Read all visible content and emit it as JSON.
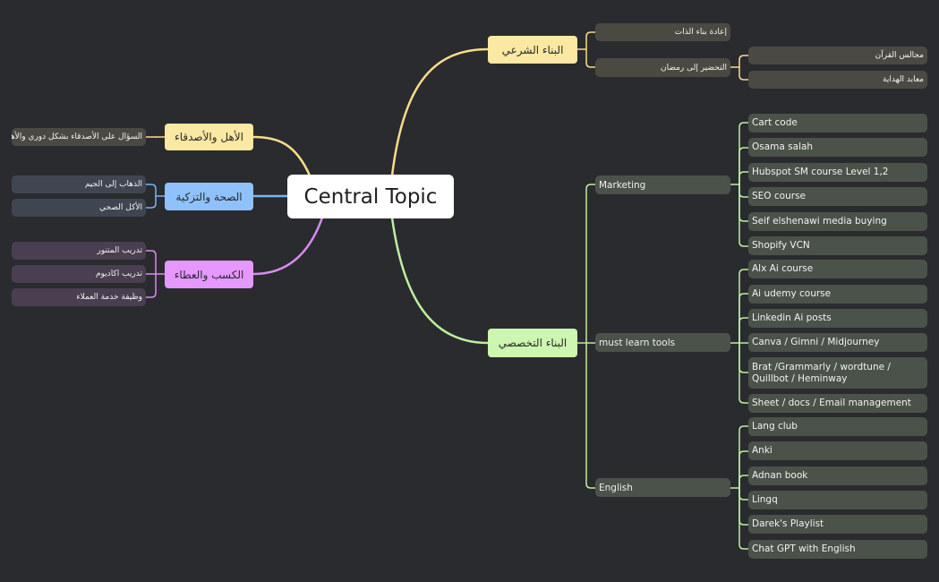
{
  "central_topic": "Central Topic",
  "colors": {
    "background": "#2a2b2e",
    "yellow": "#fbe8a2",
    "yellow_line": "#f8dc8a",
    "green": "#cdf6b0",
    "green_line": "#bfeea0",
    "blue": "#8fc2fb",
    "blue_line": "#7bb4f4",
    "purple": "#e598ff",
    "purple_line": "#d98af2",
    "sub_brown": "#4b4a42",
    "sub_green": "#4a5249",
    "sub_blue": "#3f4651",
    "sub_purple": "#4a3f50"
  },
  "right": {
    "sharia": {
      "label": "البناء الشرعي",
      "children": [
        {
          "label": "إعادة بناء الذات",
          "children": []
        },
        {
          "label": "التحضير إلى رمضان",
          "children": [
            "مجالس القرآن",
            "معابد الهداية"
          ]
        }
      ]
    },
    "specialized": {
      "label": "البناء التخصصي",
      "children": [
        {
          "label": "Marketing",
          "children": [
            "Cart code",
            "Osama salah",
            "Hubspot SM course Level 1,2",
            "SEO course",
            "Seif elshenawi media buying",
            "Shopify VCN"
          ]
        },
        {
          "label": "must learn tools",
          "children": [
            "Alx Ai course",
            "Ai udemy course",
            "Linkedin Ai posts",
            "Canva / Gimni / Midjourney",
            "Brat /Grammarly / wordtune / Quillbot / Heminway",
            "Sheet / docs / Email management"
          ]
        },
        {
          "label": "English",
          "children": [
            "Lang club",
            "Anki",
            "Adnan book",
            "Lingq",
            "Darek's Playlist",
            "Chat GPT with English"
          ]
        }
      ]
    }
  },
  "left": {
    "family": {
      "label": "الأهل والأصدقاء",
      "children": [
        "السؤال على الأصدقاء بشكل دوري والأهل"
      ]
    },
    "health": {
      "label": "الصحة والتزكية",
      "children": [
        "الذهاب إلى الجيم",
        "الأكل الصحي"
      ]
    },
    "earning": {
      "label": "الكسب والعطاء",
      "children": [
        "تدريب المتنور",
        "تدريب اكاديوم",
        "وظيفة خدمة العملاء"
      ]
    }
  }
}
